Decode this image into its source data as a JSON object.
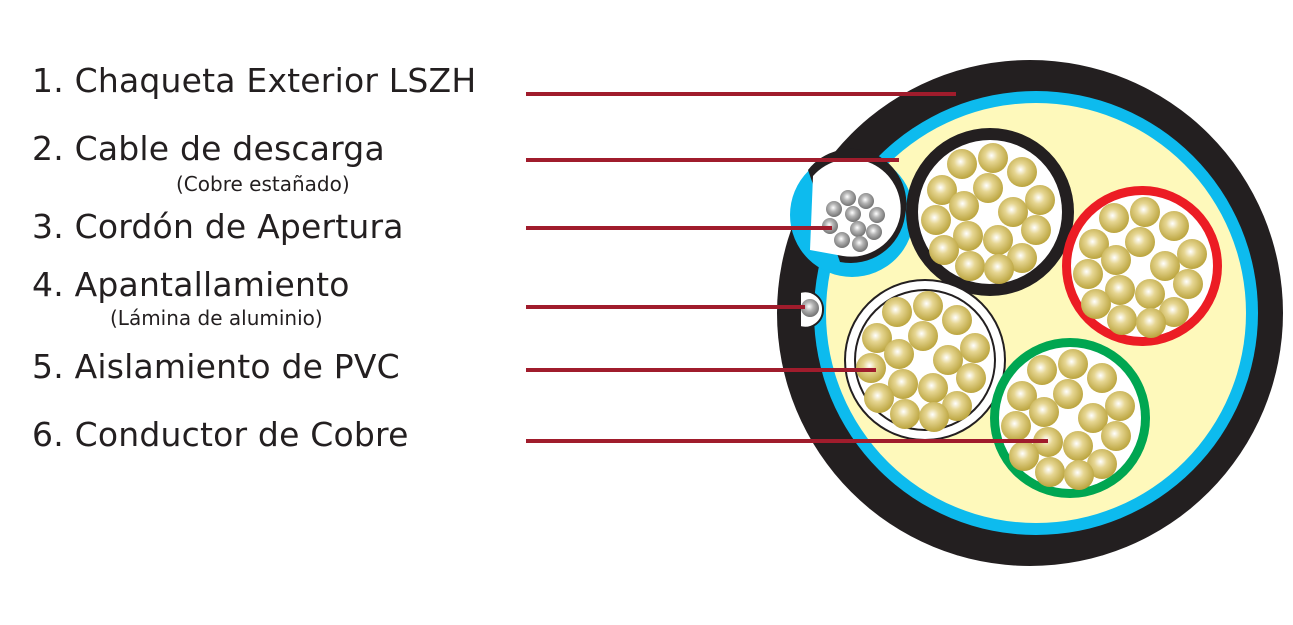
{
  "diagram": {
    "title": "Cable cross-section diagram",
    "labels": [
      {
        "number": "1.",
        "text": "Chaqueta Exterior LSZH",
        "sub": ""
      },
      {
        "number": "2.",
        "text": "Cable de descarga",
        "sub": "(Cobre estañado)"
      },
      {
        "number": "3.",
        "text": "Cordón de Apertura",
        "sub": ""
      },
      {
        "number": "4.",
        "text": "Apantallamiento",
        "sub": "(Lámina de aluminio)"
      },
      {
        "number": "5.",
        "text": "Aislamiento de PVC",
        "sub": ""
      },
      {
        "number": "6.",
        "text": "Conductor de Cobre",
        "sub": ""
      }
    ],
    "colors": {
      "leader": "#a01c2c",
      "outer_jacket": "#231f20",
      "shield": "#0dbbee",
      "filler": "#fef9bb",
      "core_black": "#231f20",
      "core_red": "#ec1c24",
      "core_green": "#00a651",
      "copper": "#c9b247",
      "tinned": "#8c8c8c"
    },
    "cores": [
      {
        "name": "core-black",
        "insulation_color": "black"
      },
      {
        "name": "core-red",
        "insulation_color": "red"
      },
      {
        "name": "core-white",
        "insulation_color": "white"
      },
      {
        "name": "core-green",
        "insulation_color": "green"
      }
    ]
  }
}
